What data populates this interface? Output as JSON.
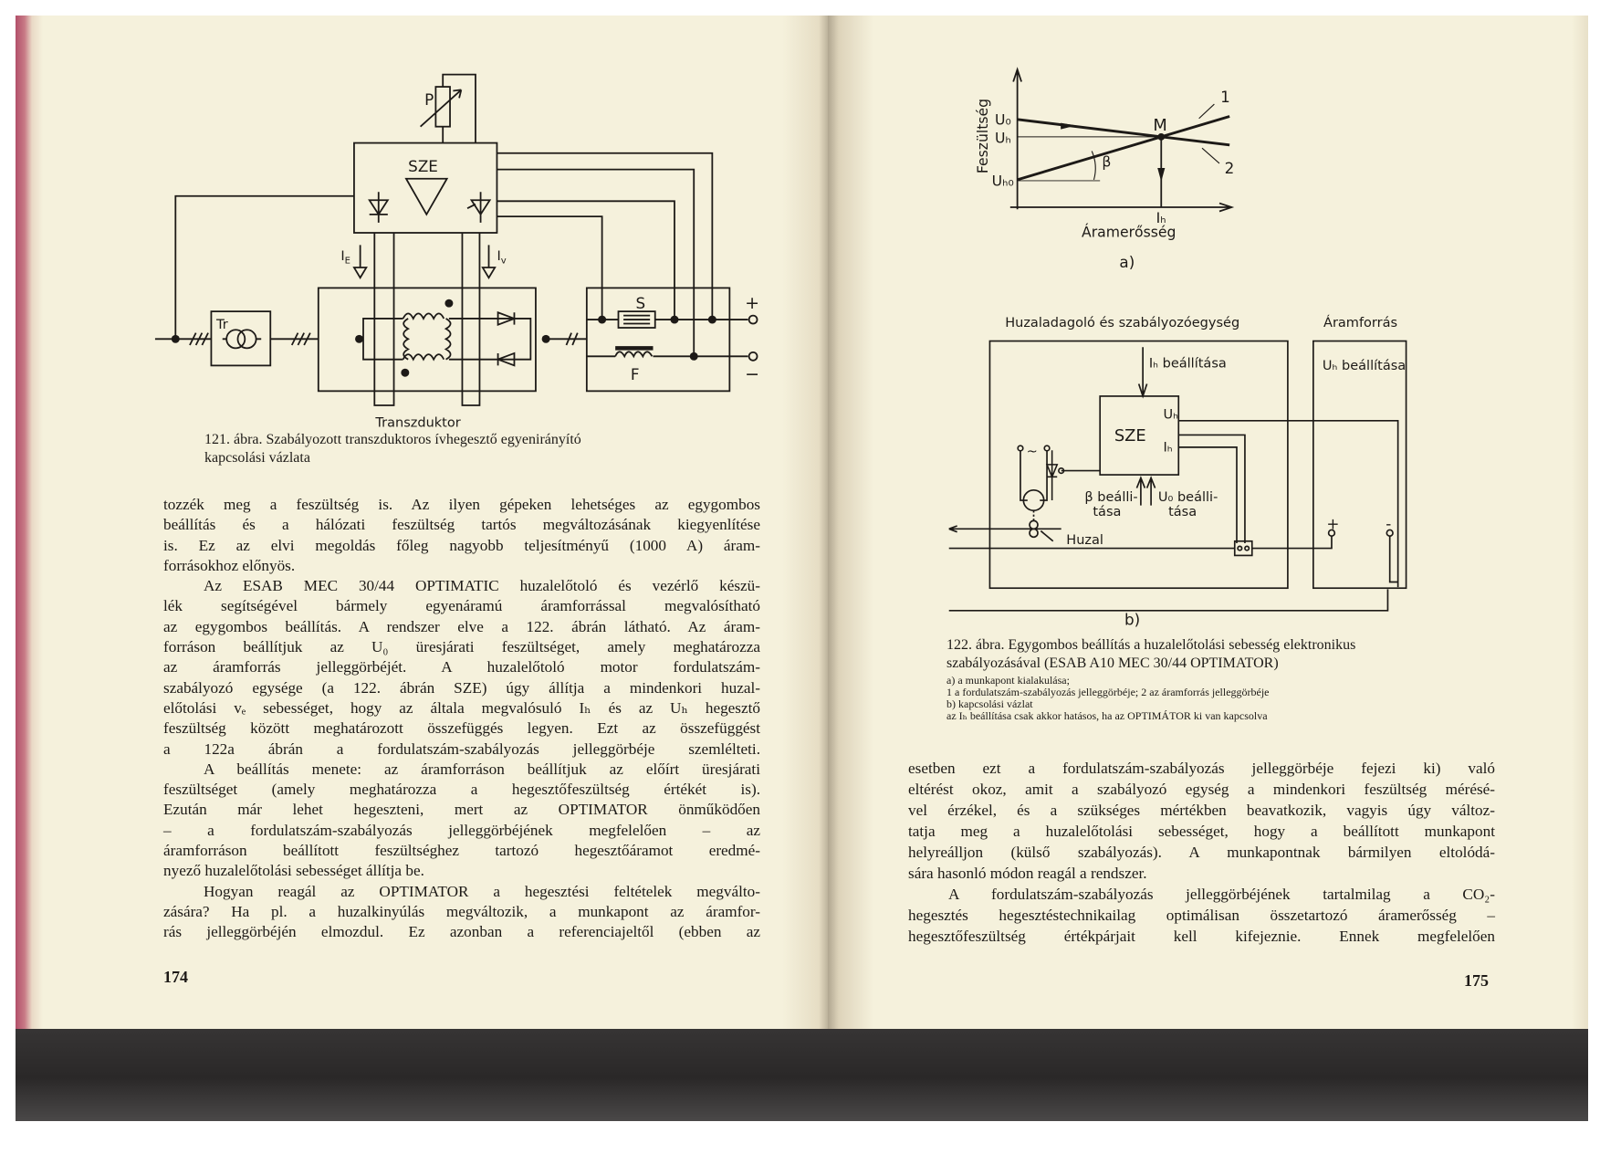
{
  "left_page": {
    "page_number": "174",
    "figure": {
      "labels": {
        "P": "P",
        "SZE": "SZE",
        "Tr": "Tr",
        "S": "S",
        "F": "F",
        "IE": "I",
        "IE_sub": "E",
        "Iv": "I",
        "Iv_sub": "v",
        "plus": "+",
        "minus": "−",
        "transduktor": "Transzduktor"
      },
      "caption": [
        "121. ábra. Szabályozott transzduktoros ívhegesztő egyenirányító",
        "kapcsolási vázlata"
      ]
    },
    "lines": [
      "tozzék meg a feszültség is. Az ilyen gépeken lehetséges az egygombos",
      "beállítás és a hálózati feszültség tartós megváltozásának kiegyenlítése",
      "is. Ez az elvi megoldás főleg nagyobb teljesítményű (1000 A) áram-",
      "forrásokhoz előnyös.",
      "Az ESAB MEC 30/44 OPTIMATIC huzalelőtoló és vezérlő készü-",
      "lék segítségével bármely egyenáramú áramforrással megvalósítható",
      "az egygombos beállítás. A rendszer elve a 122. ábrán látható. Az áram-",
      "forráson beállítjuk az U₀ üresjárati feszültséget, amely meghatározza",
      "az áramforrás jelleggörbéjét. A huzalelőtoló motor fordulatszám-",
      "szabályozó egysége (a 122. ábrán SZE) úgy állítja a mindenkori huzal-",
      "előtolási vₑ sebességet, hogy az általa megvalósuló Iₕ és az Uₕ hegesztő",
      "feszültség között meghatározott összefüggés legyen. Ezt az összefüggést",
      "a 122a ábrán a fordulatszám-szabályozás jelleggörbéje szemlélteti.",
      "A beállítás menete: az áramforráson beállítjuk az előírt üresjárati",
      "feszültséget (amely meghatározza a hegesztőfeszültség értékét is).",
      "Ezután már lehet hegeszteni, mert az OPTIMATOR önműködően",
      "– a fordulatszám-szabályozás jelleggörbéjének megfelelően – az",
      "áramforráson beállított feszültséghez tartozó hegesztőáramot eredmé-",
      "nyező huzalelőtolási sebességet állítja be.",
      "Hogyan reagál az OPTIMATOR a hegesztési feltételek megválto-",
      "zására? Ha pl. a huzalkinyúlás megváltozik, a munkapont az áramfor-",
      "rás jelleggörbéjén elmozdul. Ez azonban a referenciajeltől (ebben az"
    ]
  },
  "right_page": {
    "page_number": "175",
    "figure_a": {
      "y_label": "Feszültség",
      "x_label": "Áramerősség",
      "U0": "U₀",
      "Uh": "Uₕ",
      "Uh0": "Uₕ₀",
      "Ih": "Iₕ",
      "M": "M",
      "beta": "β",
      "curve1": "1",
      "curve2": "2",
      "tag": "a)"
    },
    "figure_b": {
      "unit_title": "Huzaladagoló és szabályozóegység",
      "source_title": "Áramforrás",
      "ih_setting": "Iₕ beállítása",
      "uh_setting": "Uₕ beállítása",
      "sze": "SZE",
      "uh_port": "Uₕ",
      "ih_port": "Iₕ",
      "ac": "~",
      "beta_setting_1": "β beálli-",
      "beta_setting_2": "tása",
      "u0_setting_1": "U₀ beálli-",
      "u0_setting_2": "tása",
      "wire": "Huzal",
      "plus": "+",
      "minus": "-",
      "tag": "b)"
    },
    "caption": {
      "title": [
        "122. ábra. Egygombos beállítás a huzalelőtolási sebesség elektronikus",
        "szabályozásával (ESAB A10 MEC 30/44 OPTIMATOR)"
      ],
      "notes": [
        "a) a munkapont kialakulása;",
        "1 a fordulatszám-szabályozás jelleggörbéje; 2 az áramforrás jelleggörbéje",
        "b) kapcsolási vázlat",
        "az Iₕ beállítása csak akkor hatásos, ha az  OPTIMÁTOR ki van kapcsolva"
      ]
    },
    "lines": [
      "esetben ezt a fordulatszám-szabályozás jelleggörbéje fejezi ki) való",
      "eltérést okoz, amit a szabályozó egység a mindenkori feszültség mérésé-",
      "vel érzékel, és a szükséges mértékben beavatkozik, vagyis úgy változ-",
      "tatja meg a huzalelőtolási sebességet, hogy a beállított munkapont",
      "helyreálljon (külső szabályozás). A munkapontnak bármilyen eltolódá-",
      "sára hasonló módon reagál a rendszer.",
      "A fordulatszám-szabályozás jelleggörbéjének tartalmilag a CO₂-",
      "hegesztés hegesztéstechnikailag optimálisan összetartozó áramerősség –",
      "hegesztőfeszültség értékpárjait kell kifejeznie. Ennek megfelelően"
    ]
  }
}
